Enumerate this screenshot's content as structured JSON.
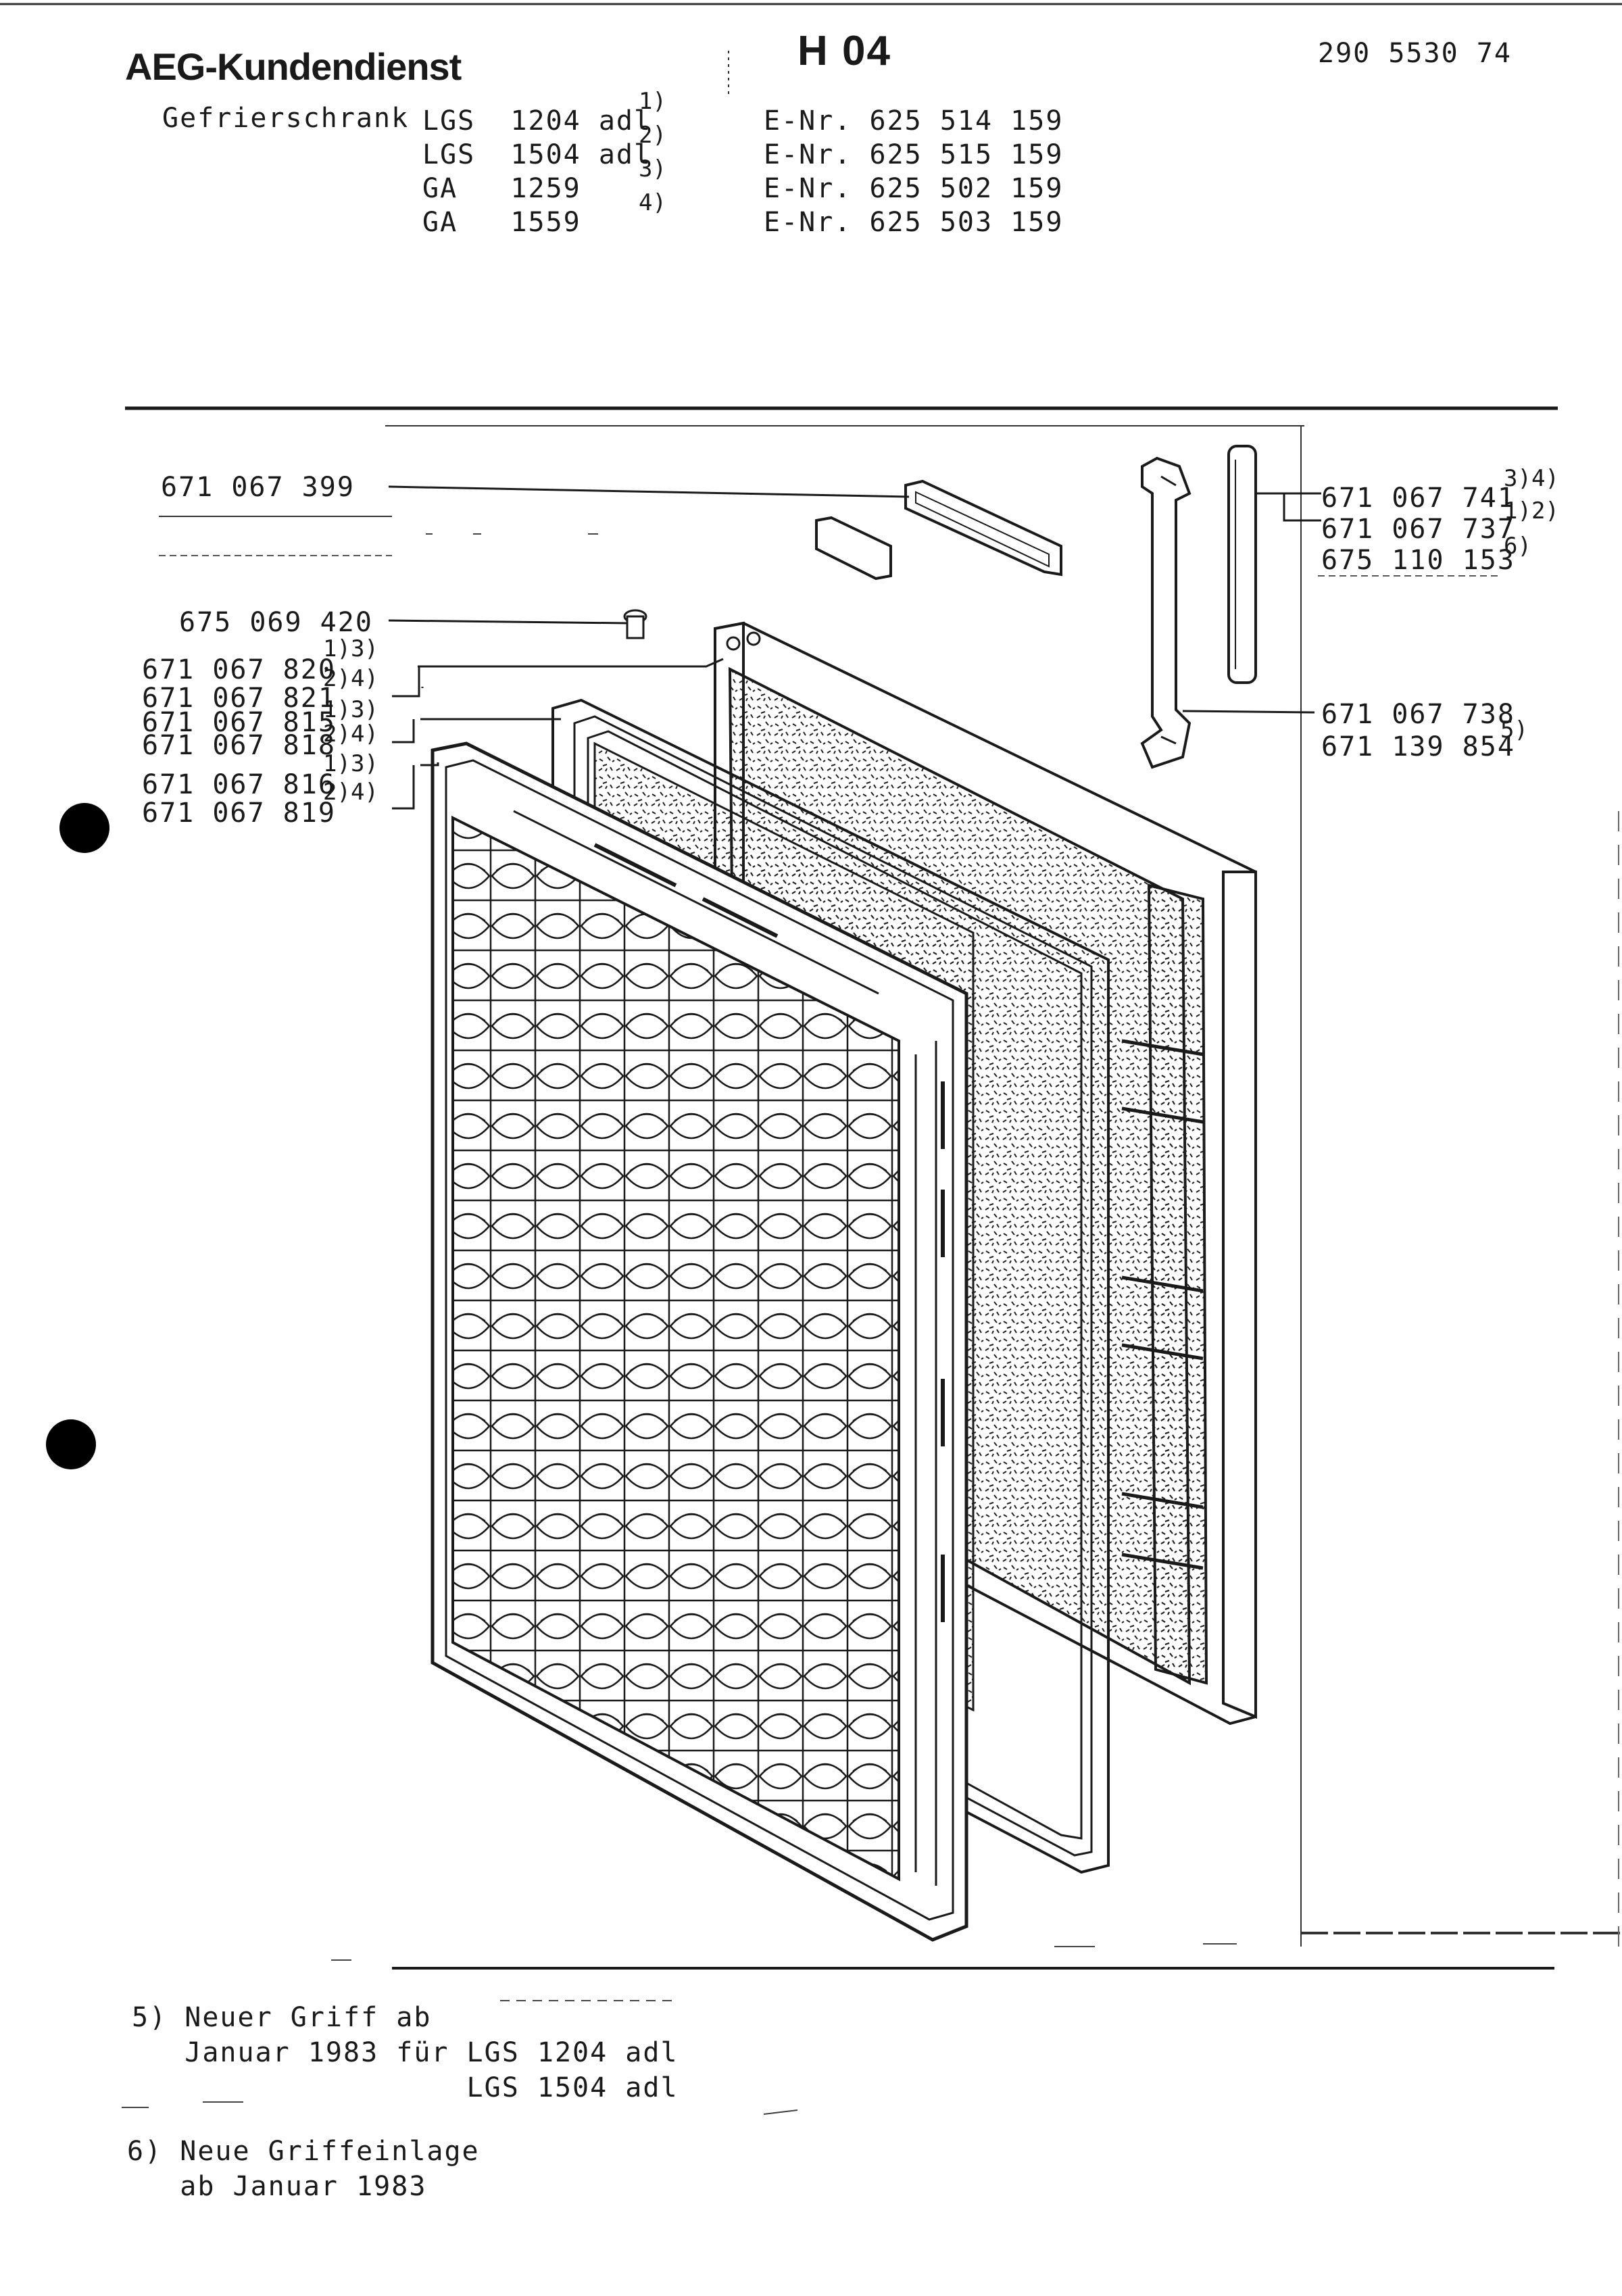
{
  "header": {
    "brand": "AEG-Kundendienst",
    "sheet_code": "H 04",
    "doc_number": "290 5530 74",
    "appliance_type": "Gefrierschrank",
    "models": [
      {
        "model": "LGS  1204 adl",
        "ref": "1)",
        "enr": "E-Nr. 625 514 159"
      },
      {
        "model": "LGS  1504 adl",
        "ref": "2)",
        "enr": "E-Nr. 625 515 159"
      },
      {
        "model": "GA   1259",
        "ref": "3)",
        "enr": "E-Nr. 625 502 159"
      },
      {
        "model": "GA   1559",
        "ref": "4)",
        "enr": "E-Nr. 625 503 159"
      }
    ]
  },
  "parts_left": [
    {
      "number": "671 067 399",
      "ref": ""
    },
    {
      "number": "675 069 420",
      "ref": ""
    },
    {
      "number": "671 067 820",
      "ref": "1)3)"
    },
    {
      "number": "671 067 821",
      "ref": "2)4)"
    },
    {
      "number": "671 067 815",
      "ref": "1)3)"
    },
    {
      "number": "671 067 818",
      "ref": "2)4)"
    },
    {
      "number": "671 067 816",
      "ref": "1)3)"
    },
    {
      "number": "671 067 819",
      "ref": "2)4)"
    }
  ],
  "parts_right": [
    {
      "number": "671 067 741",
      "ref": "3)4)"
    },
    {
      "number": "671 067 737",
      "ref": "1)2)"
    },
    {
      "number": "675 110 153",
      "ref": "6)"
    },
    {
      "number": "671 067 738",
      "ref": "5)"
    },
    {
      "number": "671 139 854",
      "ref": ""
    }
  ],
  "notes": [
    {
      "line1": "5) Neuer Griff ab",
      "line2": "   Januar 1983 für LGS 1204 adl",
      "line3": "                   LGS 1504 adl"
    },
    {
      "line1": "6) Neue Griffeinlage",
      "line2": "   ab Januar 1983"
    }
  ]
}
